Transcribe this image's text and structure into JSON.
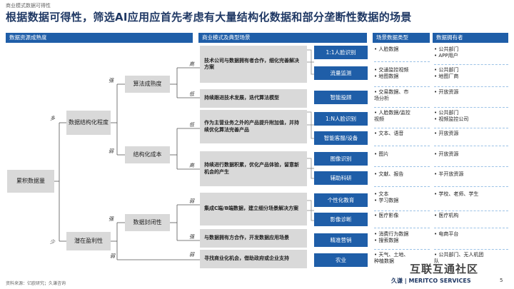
{
  "header": {
    "breadcrumb": "商业模式数据可得性",
    "title": "根据数据可得性，筛选AI应用应首先考虑有大量结构化数据和部分垄断性数据的场景"
  },
  "columns": {
    "maturity": "数据资源成熟度",
    "models": "商业模式及典型场景",
    "types": "场景数据类型",
    "owners": "数据拥有者"
  },
  "tree": {
    "root": "累积数据量",
    "structure": "数据结构化程度",
    "profit": "潜在盈利性",
    "alg_maturity": "算法成熟度",
    "struct_cost": "结构化成本",
    "data_closure": "数据封闭性",
    "lbl_many": "多",
    "lbl_few": "少",
    "lbl_strong1": "强",
    "lbl_weak1": "弱",
    "lbl_strong2": "强",
    "lbl_weak2": "弱",
    "lbl_high1": "高",
    "lbl_low1": "低",
    "lbl_low2": "低",
    "lbl_high2": "高",
    "lbl_weak3": "弱",
    "lbl_strong3": "强",
    "lbl_weak4": "弱"
  },
  "models": [
    "技术公司与数据拥有者合作，细化完善解决方案",
    "持续跟进技术发展，迭代算法模型",
    "作为主营业务之外的产品提升附加值，并持续优化算法完善产品",
    "持续进行数据积累，优化产品体验，留意新机会的产生",
    "集成C端/B端数据，建立细分场景解决方案",
    "与数据拥有方合作，开发数据应用场景",
    "寻找商业化机会，借助政府或企业支持"
  ],
  "scenarios": [
    {
      "name": "1:1人脸识别",
      "types": [
        "• 人脸数据"
      ],
      "owners": [
        "• 公共部门",
        "• APP用户"
      ]
    },
    {
      "name": "流量监测",
      "types": [
        "• 交通监控视频",
        "• 地图数据"
      ],
      "owners": [
        "• 公共部门",
        "• 地图厂商"
      ]
    },
    {
      "name": "智能投顾",
      "types": [
        "• 交易数据、市",
        "  场分析"
      ],
      "owners": [
        "• 开放资源"
      ]
    },
    {
      "name": "1:N人脸识别",
      "types": [
        "• 人脸数据/监控",
        "  视频"
      ],
      "owners": [
        "• 公共部门",
        "• 视频监控公司"
      ]
    },
    {
      "name": "智能客服/设备",
      "types": [
        "• 文本、语音"
      ],
      "owners": [
        "• 开放资源"
      ]
    },
    {
      "name": "图像识别",
      "types": [
        "• 图片"
      ],
      "owners": [
        "• 开放资源"
      ]
    },
    {
      "name": "辅助科研",
      "types": [
        "• 文献、报告"
      ],
      "owners": [
        "• 半开放资源"
      ]
    },
    {
      "name": "个性化教育",
      "types": [
        "• 文本",
        "• 学习数据"
      ],
      "owners": [
        "• 学校、老师、学生"
      ]
    },
    {
      "name": "影像诊断",
      "types": [
        "• 医疗影像"
      ],
      "owners": [
        "• 医疗机构"
      ]
    },
    {
      "name": "精准营销",
      "types": [
        "• 消费行为数据",
        "• 搜索数据"
      ],
      "owners": [
        "• 电商平台"
      ]
    },
    {
      "name": "农业",
      "types": [
        "• 天气、土地、",
        "  种植数据"
      ],
      "owners": [
        "• 公共部门、无人机团",
        "  队"
      ]
    }
  ],
  "footer": {
    "source": "资料来源：亿欧研究；久谦咨询",
    "logo": "久谦 | MERITCO SERVICES",
    "page": "5",
    "watermark": "互联互通社区"
  },
  "colors": {
    "brand": "#1f5ea8",
    "box": "#d9d9d9",
    "title": "#1f3864"
  }
}
